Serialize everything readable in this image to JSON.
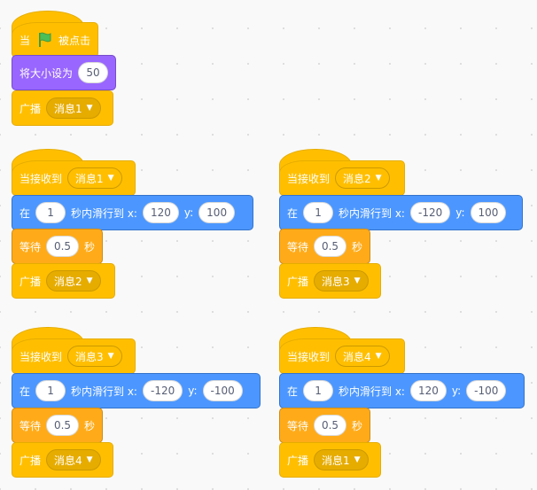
{
  "script1": {
    "hat_when": "当",
    "hat_clicked": "被点击",
    "size_label": "将大小设为",
    "size_value": "50",
    "broadcast_label": "广播",
    "broadcast_msg": "消息1"
  },
  "labels": {
    "receive": "当接收到",
    "glide_in": "在",
    "glide_mid": "秒内滑行到 x:",
    "glide_y": "y:",
    "wait": "等待",
    "sec": "秒",
    "broadcast": "广播"
  },
  "script2": {
    "recv": "消息1",
    "secs": "1",
    "x": "120",
    "y": "100",
    "wait": "0.5",
    "bcast": "消息2"
  },
  "script3": {
    "recv": "消息2",
    "secs": "1",
    "x": "-120",
    "y": "100",
    "wait": "0.5",
    "bcast": "消息3"
  },
  "script4": {
    "recv": "消息3",
    "secs": "1",
    "x": "-120",
    "y": "-100",
    "wait": "0.5",
    "bcast": "消息4"
  },
  "script5": {
    "recv": "消息4",
    "secs": "1",
    "x": "120",
    "y": "-100",
    "wait": "0.5",
    "bcast": "消息1"
  },
  "colors": {
    "events": "#ffbf00",
    "looks": "#9966ff",
    "motion": "#4c97ff",
    "control": "#ffab19",
    "flag": "#4cbf56"
  },
  "icons": {
    "flag": "green-flag-icon",
    "caret": "caret-down-icon"
  }
}
